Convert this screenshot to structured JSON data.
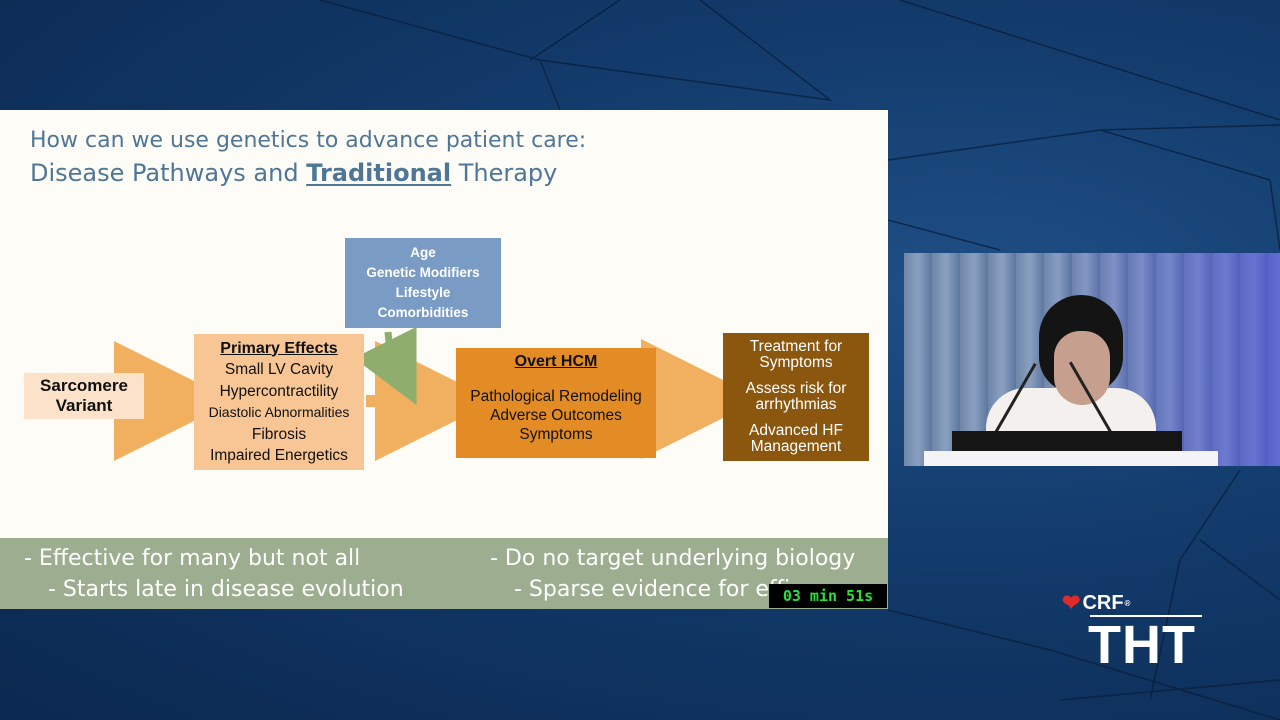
{
  "slide": {
    "title_line1": "How can we use genetics to advance patient care:",
    "title_line2_a": "Disease Pathways and ",
    "title_line2_emph": "Traditional",
    "title_line2_b": " Therapy",
    "sarcomere": [
      "Sarcomere",
      "Variant"
    ],
    "primary_effects": {
      "header": "Primary Effects",
      "items": [
        "Small LV Cavity",
        "Hypercontractility",
        "Diastolic Abnormalities",
        "Fibrosis",
        "Impaired Energetics"
      ]
    },
    "modifiers": [
      "Age",
      "Genetic Modifiers",
      "Lifestyle",
      "Comorbidities"
    ],
    "overt_hcm": {
      "header": "Overt HCM",
      "items": [
        "Pathological Remodeling",
        "Adverse Outcomes",
        "Symptoms"
      ]
    },
    "treatment": {
      "group1": [
        "Treatment for",
        "Symptoms"
      ],
      "group2": [
        "Assess risk for",
        "arrhythmias"
      ],
      "group3": [
        "Advanced HF",
        "Management"
      ]
    },
    "footer": {
      "left1": "- Effective for many but not all",
      "left2": "- Starts late in disease evolution",
      "right1": "- Do no target underlying biology",
      "right2": "- Sparse evidence for effi"
    },
    "colors": {
      "title": "#4f7696",
      "sarcomere": "#fbe2c8",
      "primary": "#f7c694",
      "modifiers": "#7a9cc4",
      "overt": "#e38c25",
      "treatment": "#8b570f",
      "arrow": "#f0b060",
      "footer": "#9dae90"
    }
  },
  "timer": "03 min 51s",
  "branding": {
    "crf": "CRF",
    "crf_mark": "®",
    "tht": "THT",
    "heart_icon": "heart-icon"
  }
}
